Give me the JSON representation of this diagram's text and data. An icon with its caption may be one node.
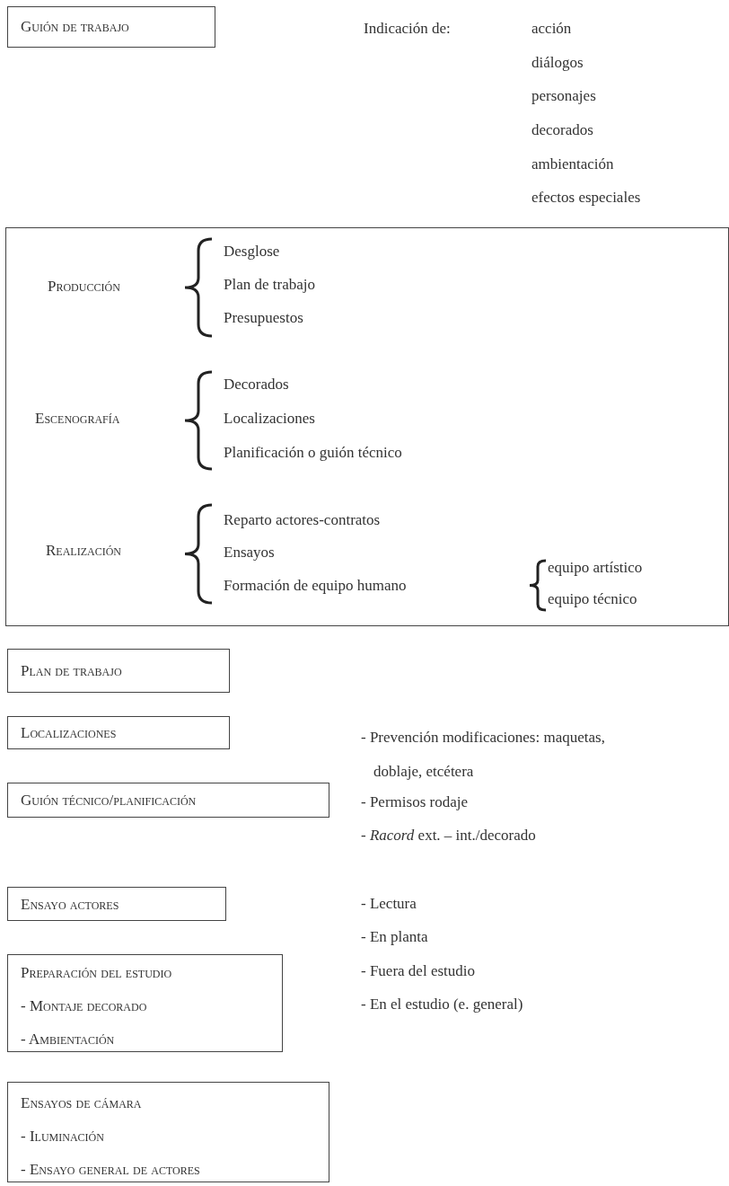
{
  "diagram": {
    "nodes": [
      {
        "text": [
          "Guión de trabajo"
        ]
      },
      {
        "text": [
          "Producción",
          "Desglose",
          "Plan de trabajo",
          "Presupuestos",
          "Escenografía",
          "Decorados",
          "Localizaciones",
          "Planificación o guión técnico",
          "Realización",
          "Reparto actores-contratos",
          "Ensayos",
          "Formación de equipo humano",
          "equipo artístico",
          "equipo técnico"
        ]
      },
      {
        "text": [
          "Plan de trabajo"
        ]
      },
      {
        "text": [
          "Localizaciones"
        ]
      },
      {
        "text": [
          "Guión técnico/planificación"
        ]
      },
      {
        "text": [
          "Ensayo actores"
        ]
      },
      {
        "text": [
          "Preparación del estudio",
          "- Montaje decorado",
          "- Ambientación"
        ]
      },
      {
        "text": [
          "Ensayos de cámara",
          "- Iluminación",
          "- Ensayo general de actores"
        ]
      }
    ],
    "labels": [
      "Indicación de:",
      "acción",
      "diálogos",
      "personajes",
      "decorados",
      "ambientación",
      "efectos especiales",
      "- Prevención modificaciones: maquetas, doblaje, etcétera",
      "- Permisos rodaje",
      "- *Racord* ext. – int./decorado",
      "- Lectura",
      "- En planta",
      "- Fuera del estudio",
      "- En el estudio (e. general)"
    ]
  }
}
